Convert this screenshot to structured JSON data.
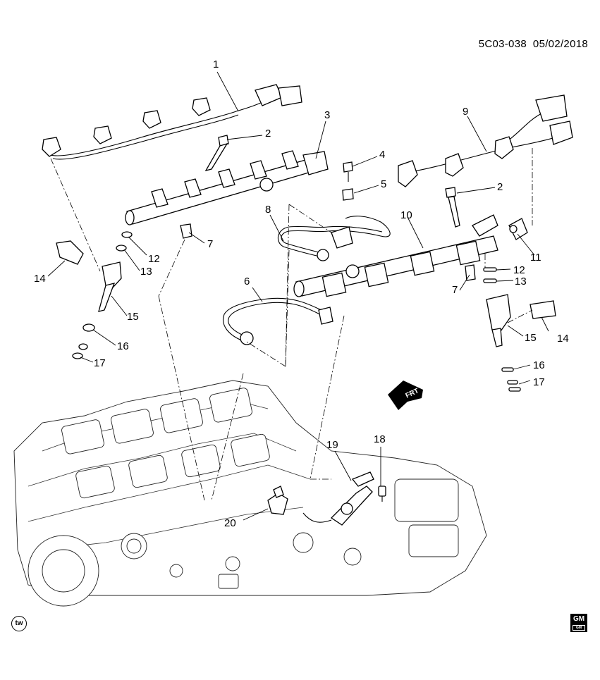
{
  "diagram": {
    "code": "5C03-038",
    "date": "05/02/2018",
    "corner_mark": "tw",
    "logo_text": "GM",
    "logo_subtext": "GM",
    "direction_label": "FRT",
    "callouts": [
      "1",
      "2",
      "3",
      "4",
      "5",
      "2",
      "7",
      "8",
      "9",
      "10",
      "11",
      "12",
      "13",
      "14",
      "15",
      "16",
      "17",
      "6",
      "7",
      "12",
      "13",
      "14",
      "15",
      "16",
      "17",
      "18",
      "19",
      "20"
    ]
  }
}
